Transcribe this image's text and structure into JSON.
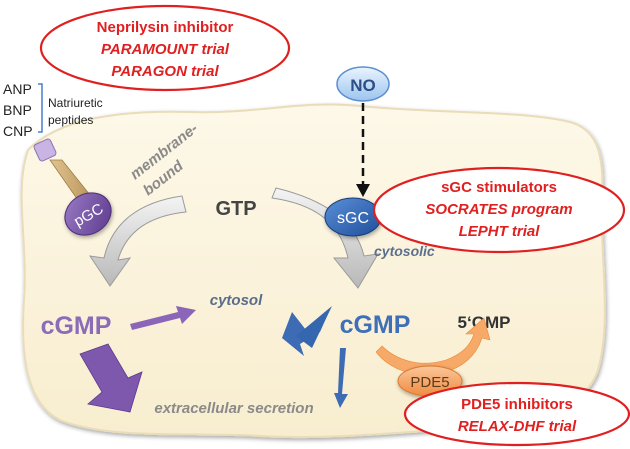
{
  "callouts": {
    "neprilysin": {
      "title": "Neprilysin inhibitor",
      "lines": [
        "PARAMOUNT trial",
        "PARAGON trial"
      ]
    },
    "sgc_stimulators": {
      "title": "sGC stimulators",
      "lines": [
        "SOCRATES program",
        "LEPHT trial"
      ]
    },
    "pde5_inhibitors": {
      "title": "PDE5 inhibitors",
      "lines": [
        "RELAX-DHF trial"
      ]
    }
  },
  "peptides": {
    "list": [
      "ANP",
      "BNP",
      "CNP"
    ],
    "group_label": [
      "Natriuretic",
      "peptides"
    ]
  },
  "molecules": {
    "no": "NO",
    "gtp": "GTP",
    "cgmp_left": "cGMP",
    "cgmp_right": "cGMP",
    "five_gmp": "5‘GMP"
  },
  "enzymes": {
    "pgc": "pGC",
    "sgc": "sGC",
    "pde5": "PDE5"
  },
  "annotations": {
    "membrane_bound": [
      "membrane-",
      "bound"
    ],
    "cytosolic": "cytosolic",
    "cytosol": "cytosol",
    "extracellular": "extracellular secretion"
  },
  "colors": {
    "callout_border": "#e02020",
    "callout_text": "#e02020",
    "cell_fill": "#fbf3dc",
    "purple": "#7a55a8",
    "blue": "#2f63b0",
    "orange": "#f5a05a",
    "gray_text": "#888888"
  }
}
